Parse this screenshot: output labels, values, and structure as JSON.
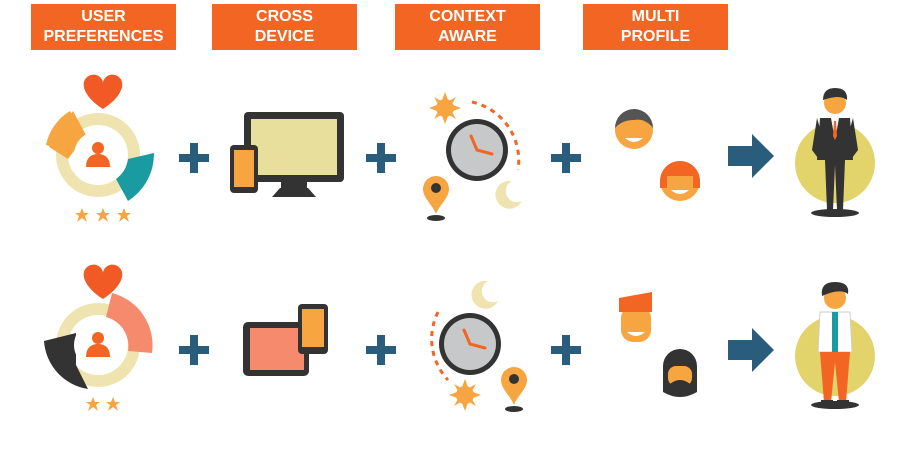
{
  "headers": [
    {
      "line1": "USER",
      "line2": "PREFERENCES"
    },
    {
      "line1": "CROSS",
      "line2": "DEVICE"
    },
    {
      "line1": "CONTEXT",
      "line2": "AWARE"
    },
    {
      "line1": "MULTI",
      "line2": "PROFILE"
    }
  ],
  "operators": {
    "plus": "+"
  },
  "rows": [
    {
      "stars": 3,
      "result": "business-person"
    },
    {
      "stars": 2,
      "result": "casual-person"
    }
  ],
  "colors": {
    "orange": "#f26522",
    "light_orange": "#f7a541",
    "teal": "#1a9ba1",
    "navy": "#2a5d7c",
    "heart": "#f15a24",
    "salmon": "#f58b6c",
    "dark": "#333333",
    "ring": "#efe4b0",
    "screen": "#e8df9c",
    "clock_face": "#c7c8ca",
    "olive_circle": "#e2d36b"
  }
}
